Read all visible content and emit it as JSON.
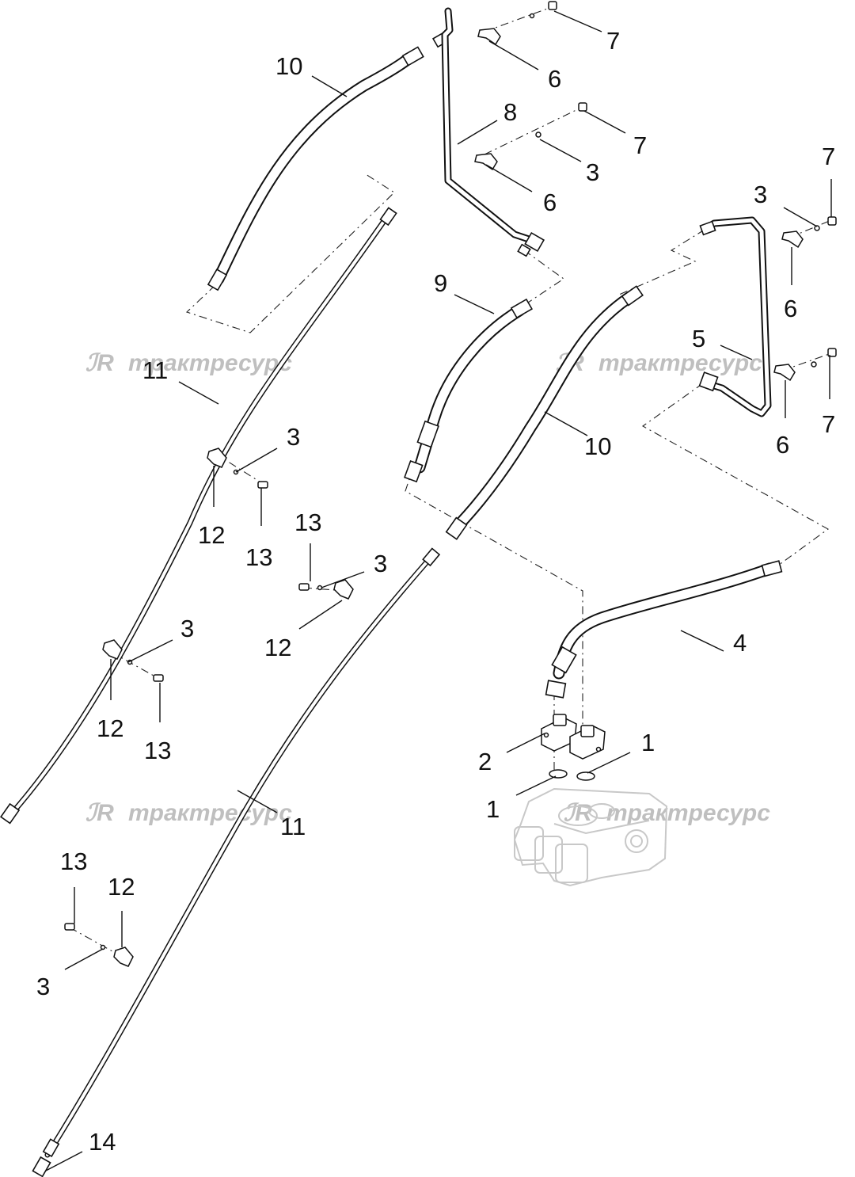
{
  "watermark": {
    "text": "трактресурс",
    "logo": "TR-logo"
  },
  "callouts": {
    "c1a": "1",
    "c1b": "1",
    "c2": "2",
    "c3a": "3",
    "c3b": "3",
    "c3c": "3",
    "c3d": "3",
    "c3e": "3",
    "c3f": "3",
    "c4": "4",
    "c5": "5",
    "c6a": "6",
    "c6b": "6",
    "c6c": "6",
    "c6d": "6",
    "c7a": "7",
    "c7b": "7",
    "c7c": "7",
    "c7d": "7",
    "c8": "8",
    "c9": "9",
    "c10a": "10",
    "c10b": "10",
    "c11a": "11",
    "c11b": "11",
    "c12a": "12",
    "c12b": "12",
    "c12c": "12",
    "c12d": "12",
    "c13a": "13",
    "c13b": "13",
    "c13c": "13",
    "c13d": "13",
    "c14": "14"
  }
}
